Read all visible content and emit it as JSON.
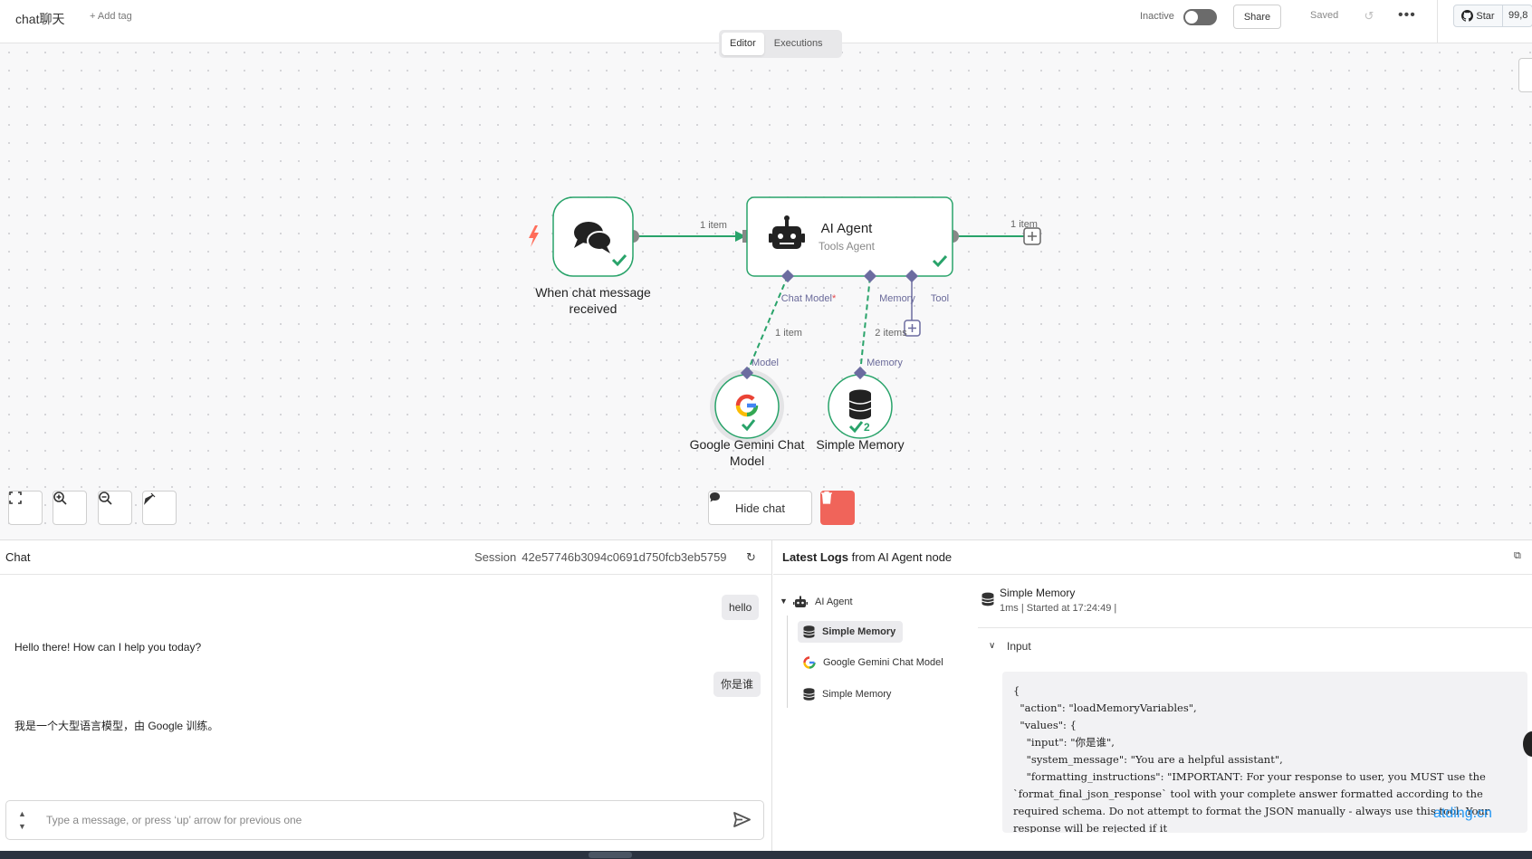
{
  "header": {
    "workflow_name": "chat聊天",
    "add_tag": "+ Add tag",
    "status_label": "Inactive",
    "share": "Share",
    "saved": "Saved",
    "github_star": "Star",
    "github_count": "99,8"
  },
  "tabs": [
    {
      "label": "Editor",
      "active": true
    },
    {
      "label": "Executions",
      "active": false
    }
  ],
  "canvas": {
    "nodes": {
      "trigger": {
        "label_line1": "When chat message",
        "label_line2": "received"
      },
      "agent": {
        "title": "AI Agent",
        "subtitle": "Tools Agent"
      },
      "gemini": {
        "label_line1": "Google Gemini Chat",
        "label_line2": "Model"
      },
      "memory": {
        "label": "Simple Memory",
        "count": "2"
      }
    },
    "connections": {
      "trigger_to_agent": "1 item",
      "agent_out": "1 item",
      "model_items": "1 item",
      "memory_items": "2 items"
    },
    "ports": {
      "chat_model": "Chat Model",
      "chat_model_required": "*",
      "memory": "Memory",
      "tool": "Tool",
      "model_input": "Model",
      "memory_input": "Memory"
    },
    "hide_chat": "Hide chat"
  },
  "chat": {
    "title": "Chat",
    "session_label": "Session",
    "session_id": "42e57746b3094c0691d750fcb3eb5759",
    "messages": [
      {
        "role": "user",
        "text": "hello"
      },
      {
        "role": "bot",
        "text": "Hello there! How can I help you today?"
      },
      {
        "role": "user",
        "text": "你是谁"
      },
      {
        "role": "bot",
        "text": "我是一个大型语言模型，由 Google 训练。"
      }
    ],
    "input_placeholder": "Type a message, or press ‘up’ arrow for previous one"
  },
  "logs": {
    "title_bold": "Latest Logs",
    "title_rest": " from AI Agent node",
    "tree": [
      {
        "label": "AI Agent",
        "icon": "robot-icon"
      },
      {
        "label": "Simple Memory",
        "icon": "database-icon",
        "selected": true
      },
      {
        "label": "Google Gemini Chat Model",
        "icon": "google-icon"
      },
      {
        "label": "Simple Memory",
        "icon": "database-icon"
      }
    ],
    "detail_title": "Simple Memory",
    "detail_sub": "1ms | Started at 17:24:49 |",
    "input_label": "Input",
    "code": "{\n  \"action\": \"loadMemoryVariables\",\n  \"values\": {\n    \"input\": \"你是谁\",\n    \"system_message\": \"You are a helpful assistant\",\n    \"formatting_instructions\": \"IMPORTANT: For your response to user, you MUST use the `format_final_json_response` tool with your complete answer formatted according to the required schema. Do not attempt to format the JSON manually - always use this tool. Your response will be rejected if it"
  },
  "watermark": "atding.cn",
  "colors": {
    "success": "#29a36a",
    "connector": "#6c6ca0",
    "delete": "#f0645a",
    "trigger_bolt": "#ff6d5a"
  }
}
